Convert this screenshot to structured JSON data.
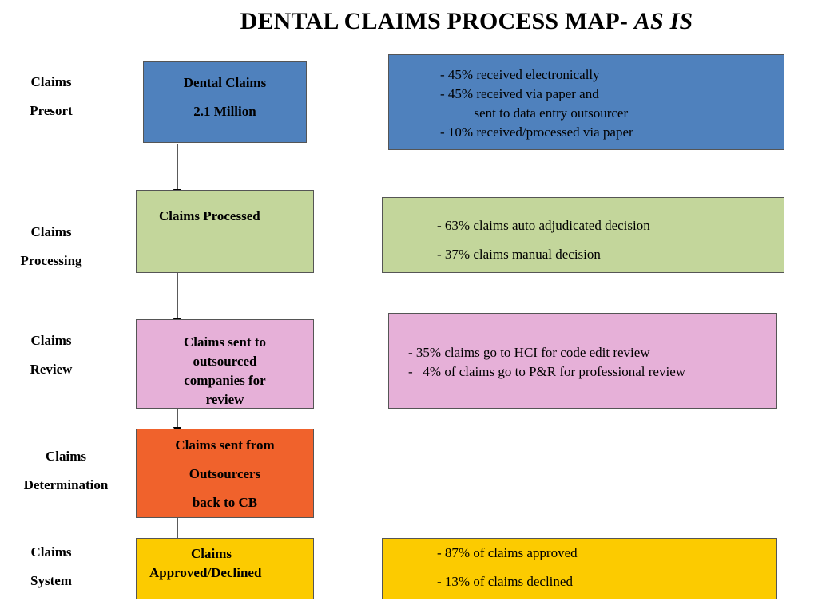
{
  "title": {
    "main": "DENTAL CLAIMS PROCESS MAP- ",
    "emphasis": "AS IS"
  },
  "stages": [
    {
      "label": [
        "Claims",
        "Presort"
      ],
      "box": [
        "Dental Claims",
        "2.1 Million"
      ],
      "notes": [
        "- 45% received electronically",
        "- 45% received via paper and",
        "          sent to data entry outsourcer",
        "- 10% received/processed via paper"
      ]
    },
    {
      "label": [
        "Claims",
        "Processing"
      ],
      "box": [
        "Claims Processed"
      ],
      "notes": [
        "- 63% claims auto adjudicated decision",
        "- 37% claims manual decision"
      ]
    },
    {
      "label": [
        "Claims",
        "Review"
      ],
      "box": [
        "Claims sent to",
        "outsourced",
        "companies for",
        "review"
      ],
      "notes": [
        "- 35% claims go to HCI for code edit review",
        "-   4% of claims go to P&R for professional review"
      ]
    },
    {
      "label": [
        "Claims",
        "Determination"
      ],
      "box": [
        "Claims sent from",
        "Outsourcers",
        "back  to CB"
      ]
    },
    {
      "label": [
        "Claims",
        "System"
      ],
      "box": [
        "Claims",
        "Approved/Declined"
      ],
      "notes": [
        "- 87% of claims approved",
        "- 13% of claims declined"
      ]
    }
  ],
  "colors": {
    "presort": "#4f81bd",
    "processing": "#c3d69b",
    "review": "#e6b0d8",
    "determination": "#f0622c",
    "system": "#fccb00"
  }
}
